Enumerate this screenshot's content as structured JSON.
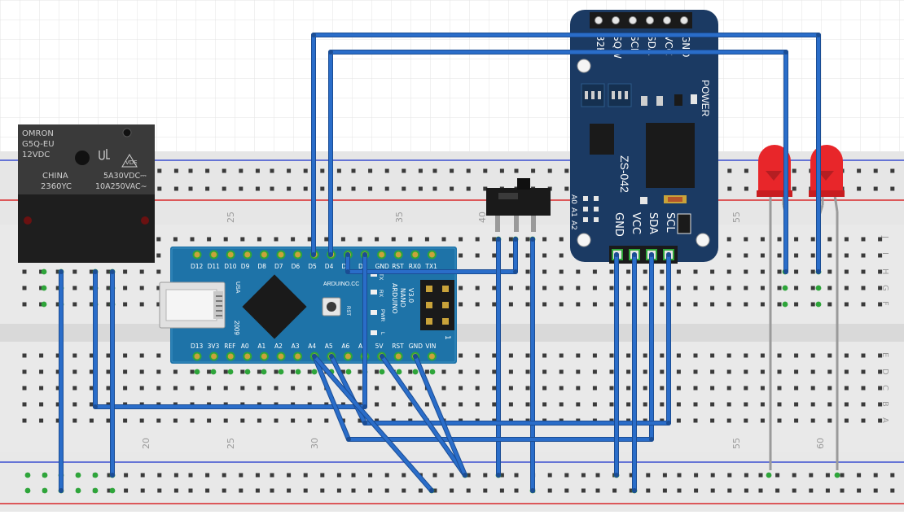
{
  "breadboard": {
    "column_numbers_top": [
      "25",
      "35",
      "40",
      "55"
    ],
    "column_numbers_bottom": [
      "20",
      "25",
      "30",
      "55",
      "60"
    ],
    "row_letters_top": [
      "J",
      "I",
      "H",
      "G",
      "F"
    ],
    "row_letters_bottom": [
      "E",
      "D",
      "C",
      "B",
      "A"
    ]
  },
  "relay": {
    "lines": [
      "OMRON",
      "G5Q-EU",
      "12VDC"
    ],
    "origin": "CHINA",
    "code": "2360YC",
    "rating1": "5A30VDC⎓",
    "rating2": "10A250VAC∼",
    "cert": "VDE"
  },
  "arduino": {
    "top_pins": [
      "D12",
      "D11",
      "D10",
      "D9",
      "D8",
      "D7",
      "D6",
      "D5",
      "D4",
      "D3",
      "D2",
      "GND",
      "RST",
      "RX0",
      "TX1"
    ],
    "bottom_pins": [
      "D13",
      "3V3",
      "REF",
      "A0",
      "A1",
      "A2",
      "A3",
      "A4",
      "A5",
      "A6",
      "A7",
      "5V",
      "RST",
      "GND",
      "VIN"
    ],
    "usa": "USA",
    "year": "2009",
    "rst": "RST",
    "brand": "ARDUINO.CC",
    "model": [
      "ARDUINO",
      "NANO",
      "V3.0"
    ],
    "icsp": "ICSP",
    "leds": [
      "TX",
      "RX",
      "PWR",
      "L"
    ],
    "icsp_pin": "1"
  },
  "rtc": {
    "top_pins": [
      "32K",
      "SQW",
      "SCL",
      "SDA",
      "VCC",
      "GND"
    ],
    "top_pin_labels": [
      "32K",
      "SQW",
      "SCL",
      "SDA",
      "VCC",
      "GND"
    ],
    "power": "POWER",
    "model": "ZS-042",
    "addr": [
      "A0",
      "A1",
      "A2"
    ],
    "bottom_pins": [
      "GND",
      "VCC",
      "SDA",
      "SCL"
    ]
  },
  "colors": {
    "wire": "#2a6dc9",
    "wire_outline": "#1b4d94",
    "rtc_board": "#1b3a63",
    "arduino_board": "#1e73a8",
    "led": "#e8262a",
    "rail_red": "#d8282a",
    "rail_blue": "#3a4fcf",
    "hole_green": "#2ea53a"
  }
}
